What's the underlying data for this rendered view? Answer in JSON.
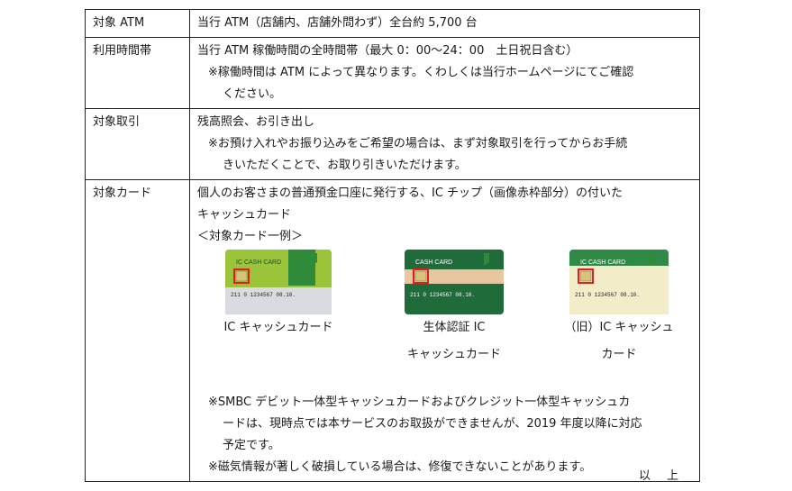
{
  "rows": [
    {
      "label": "対象 ATM",
      "lines": [
        "当行 ATM（店舗内、店舗外問わず）全台約 5,700 台"
      ]
    },
    {
      "label": "利用時間帯",
      "lines": [
        "当行 ATM 稼働時間の全時間帯（最大 0：00～24：00　土日祝日含む）"
      ],
      "note1": "※稼働時間は ATM によって異なります。くわしくは当行ホームページにてご確認",
      "note2": "ください。"
    },
    {
      "label": "対象取引",
      "lines": [
        "残高照会、お引き出し"
      ],
      "note1": "※お預け入れやお振り込みをご希望の場合は、まず対象取引を行ってからお手続",
      "note2": "きいただくことで、お取り引きいただけます。"
    },
    {
      "label": "対象カード",
      "line1": "個人のお客さまの普通預金口座に発行する、IC チップ（画像赤枠部分）の付いた",
      "line2": "キャッシュカード",
      "example_heading": "＜対象カード一例＞",
      "cards": [
        {
          "caption1": "IC キャッシュカード",
          "caption2": "",
          "face_text": "IC CASH CARD",
          "number": "211 0 1234567 08.10.",
          "colors": {
            "main": "#9cc43a",
            "stripe": "#2f8a3a",
            "bottom": "#d9dbe0"
          }
        },
        {
          "caption1": "生体認証 IC",
          "caption2": "キャッシュカード",
          "face_text": "CASH CARD",
          "number": "211 0 1234567 08.10.",
          "colors": {
            "main": "#1f6b3a",
            "stripe": "#e8c7a0",
            "bottom": "#1f6b3a"
          }
        },
        {
          "caption1": "（旧）IC キャッシュ",
          "caption2": "カード",
          "face_text": "IC CASH CARD",
          "number": "211 0 1234567 08.10.",
          "colors": {
            "main": "#2f8a47",
            "stripe": "#f2ecc8",
            "bottom": "#f2ecc8"
          }
        }
      ],
      "note_a1": "※SMBC デビット一体型キャッシュカードおよびクレジット一体型キャッシュカ",
      "note_a2": "ードは、現時点では本サービスのお取扱ができませんが、2019 年度以降に対応",
      "note_a3": "予定です。",
      "note_b": "※磁気情報が著しく破損している場合は、修復できないことがあります。"
    }
  ],
  "closing": "以上",
  "accent_red": "#e02020"
}
